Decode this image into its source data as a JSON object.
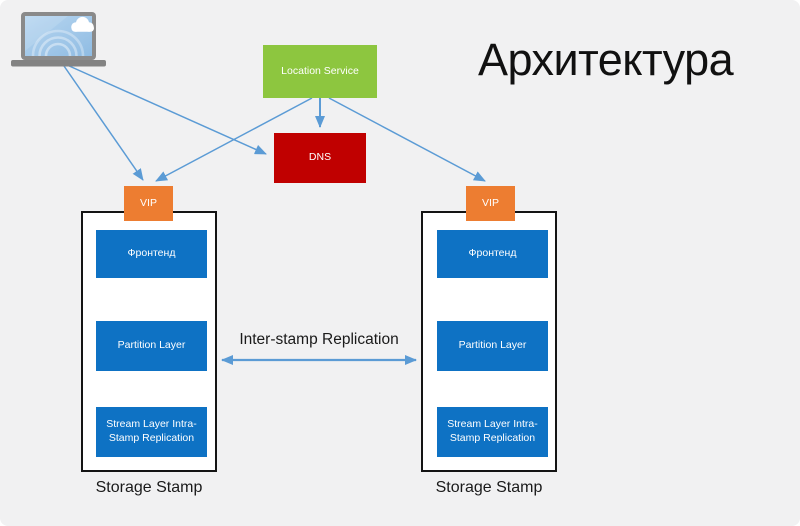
{
  "slide": {
    "title": "Архитектура"
  },
  "client": {
    "icon": "laptop-cloud-icon"
  },
  "nodes": {
    "location_service": {
      "label": "Location Service",
      "color": "#8DC63F"
    },
    "dns": {
      "label": "DNS",
      "color": "#C00000"
    }
  },
  "stamps": [
    {
      "vip": "VIP",
      "frontend": "Фронтенд",
      "partition": "Partition Layer",
      "stream": "Stream Layer Intra-Stamp Replication",
      "caption": "Storage Stamp"
    },
    {
      "vip": "VIP",
      "frontend": "Фронтенд",
      "partition": "Partition Layer",
      "stream": "Stream Layer Intra-Stamp Replication",
      "caption": "Storage Stamp"
    }
  ],
  "labels": {
    "inter_stamp": "Inter-stamp Replication"
  },
  "colors": {
    "background": "#F1F1F2",
    "vip_orange": "#ED7D31",
    "layer_blue": "#0E72C4",
    "location_green": "#8DC63F",
    "dns_red": "#C00000",
    "connector_blue": "#5B9BD5",
    "stamp_border": "#141414",
    "text_dark": "#1A1A1A"
  }
}
